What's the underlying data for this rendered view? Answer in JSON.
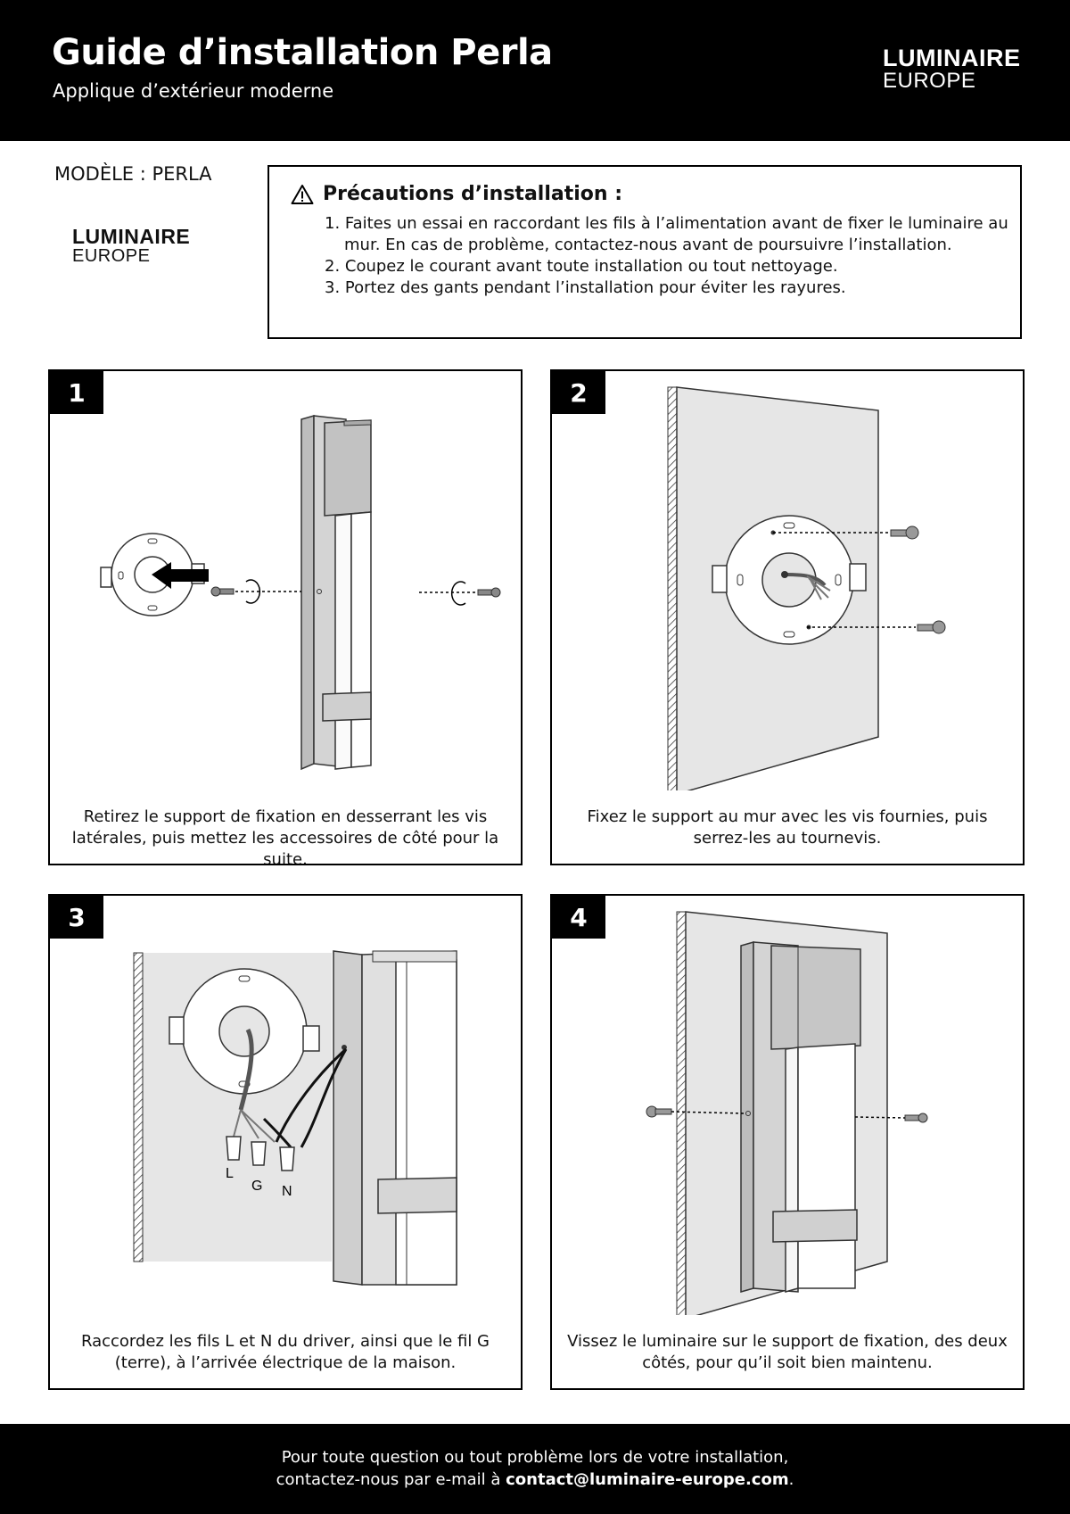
{
  "header": {
    "title": "Guide d’installation Perla",
    "subtitle": "Applique d’extérieur moderne",
    "logo_line1": "LUMINAIRE",
    "logo_line2": "EUROPE"
  },
  "model_label": "MODÈLE : PERLA",
  "side_logo": {
    "line1": "LUMINAIRE",
    "line2": "EUROPE"
  },
  "precautions": {
    "icon": "warning-triangle-icon",
    "title": "Précautions d’installation :",
    "items": [
      "1. Faites un essai en raccordant les fils à l’alimentation avant de fixer le luminaire au mur. En cas de problème, contactez-nous avant de poursuivre l’installation.",
      "2. Coupez le courant avant toute installation ou tout nettoyage.",
      "3. Portez des gants pendant l’installation pour éviter les rayures."
    ]
  },
  "steps": [
    {
      "number": "1",
      "caption": "Retirez le support de fixation en desserrant les vis latérales, puis mettez les accessoires de côté pour la suite."
    },
    {
      "number": "2",
      "caption": "Fixez le support au mur avec les vis fournies, puis serrez-les au tournevis."
    },
    {
      "number": "3",
      "caption": "Raccordez les fils L et N du driver, ainsi que le fil G (terre), à l’arrivée électrique de la maison.",
      "wire_labels": [
        "L",
        "G",
        "N"
      ]
    },
    {
      "number": "4",
      "caption": "Vissez le luminaire sur le support de fixation, des deux côtés, pour qu’il soit bien maintenu."
    }
  ],
  "footer": {
    "line1": "Pour toute question ou tout problème lors de votre installation,",
    "line2_prefix": "contactez-nous par e-mail à ",
    "email": "contact@luminaire-europe.com",
    "line2_suffix": "."
  },
  "colors": {
    "header_bg": "#000000",
    "wall": "#e6e6e6",
    "fixture_face": "#d4d4d4",
    "fixture_side": "#bdbdbd"
  }
}
